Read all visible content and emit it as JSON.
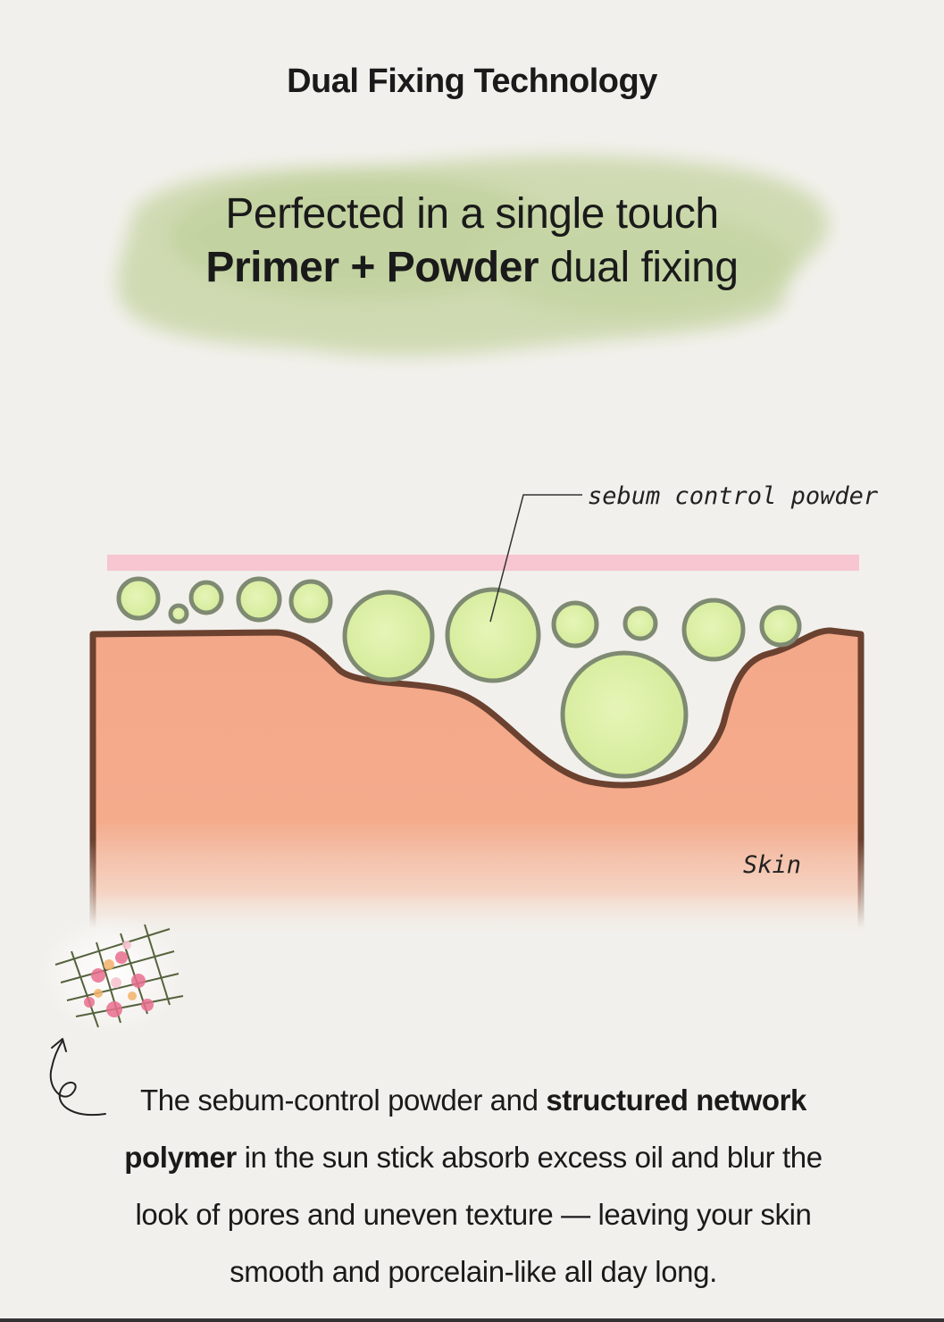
{
  "title": "Dual Fixing Technology",
  "hero": {
    "line1": "Perfected in a single touch",
    "line2_bold": "Primer + Powder",
    "line2_rest": " dual fixing"
  },
  "diagram": {
    "label_powder": "sebum control powder",
    "label_skin": "Skin"
  },
  "description": {
    "part1": "The sebum-control powder and ",
    "bold1": "structured network polymer",
    "part2": " in the sun stick absorb excess oil and blur the look of pores and uneven texture — leaving your skin smooth and porcelain-like all day long."
  },
  "colors": {
    "background": "#f2f0ec",
    "brush": "#c9d7a9",
    "skin": "#f3a889",
    "skin_outline": "#6b4130",
    "powder": "#dcefa6",
    "powder_outline": "#7f8a72",
    "primer_band": "#f7c6d0"
  },
  "icons": {
    "network": "polymer-network-icon",
    "arrow": "curved-arrow-icon"
  }
}
